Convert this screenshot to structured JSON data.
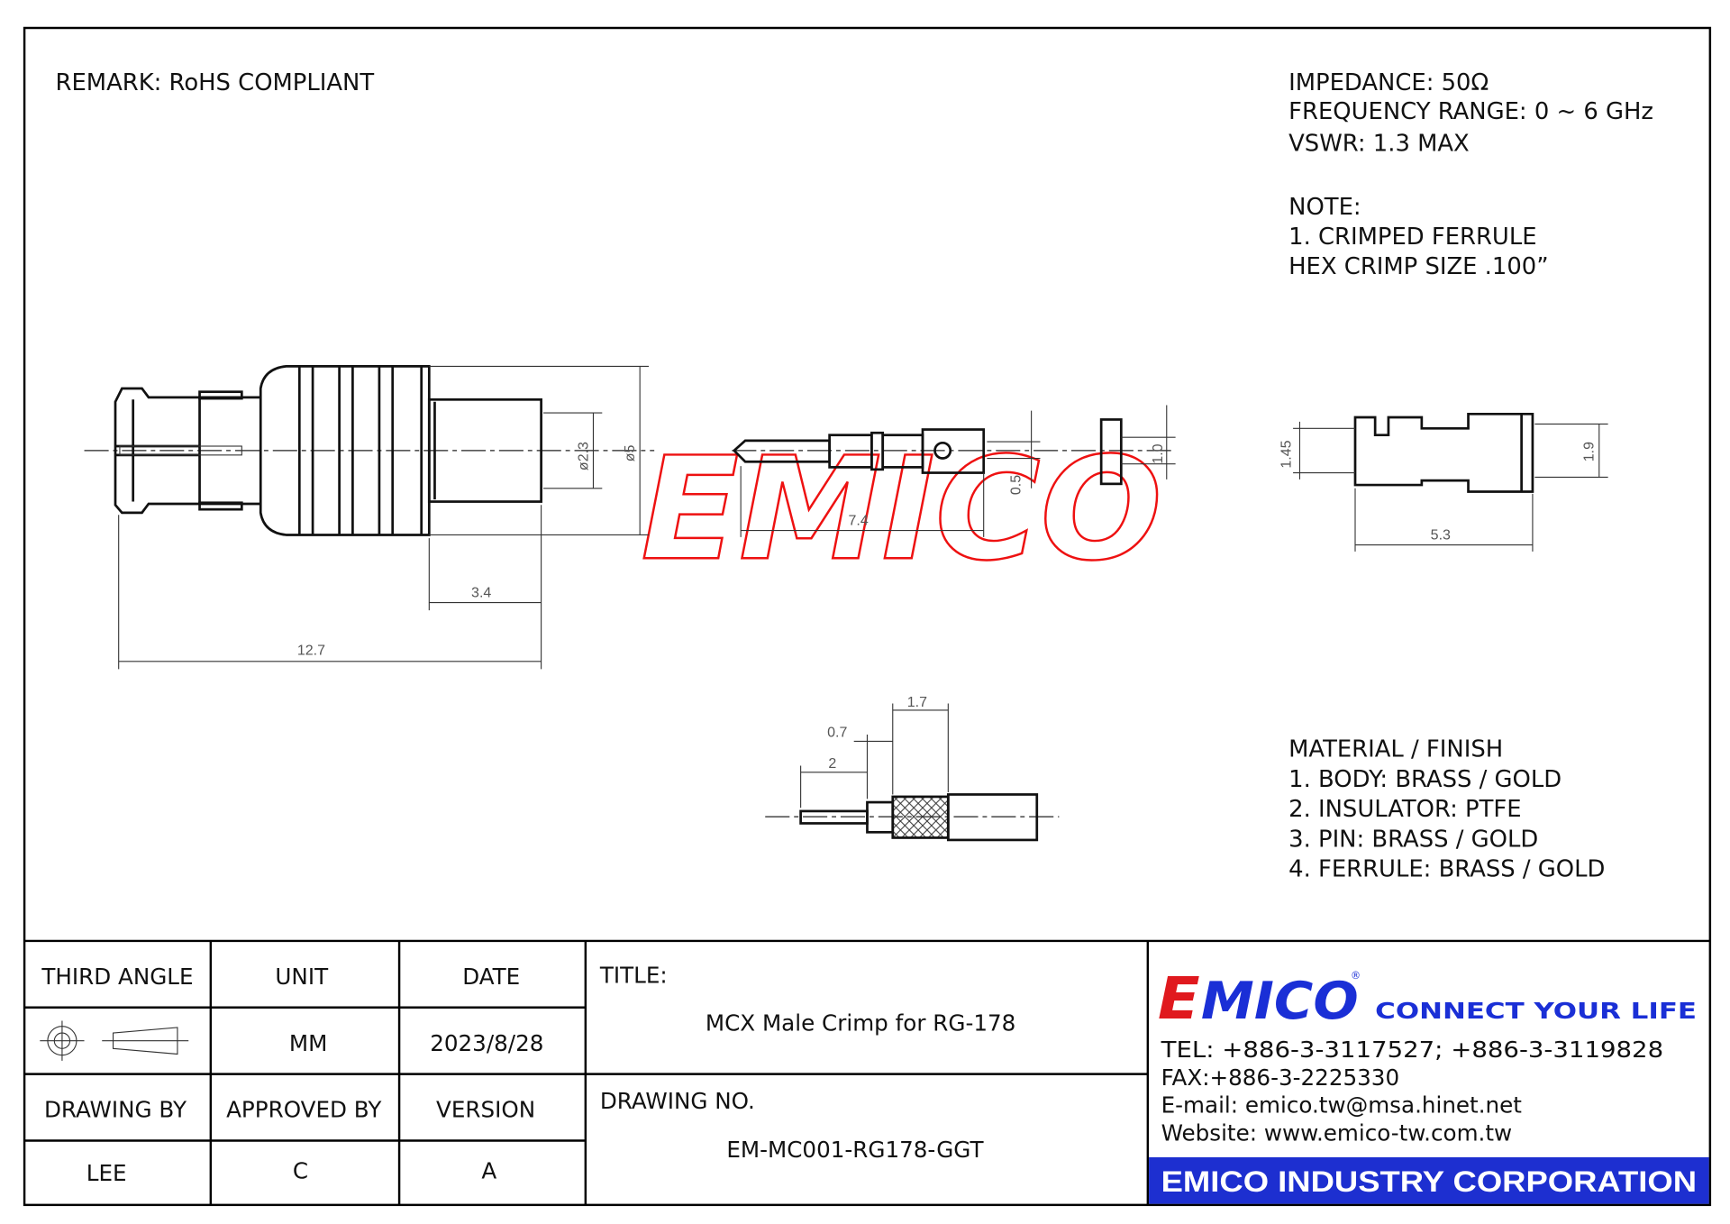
{
  "remark": "REMARK: RoHS COMPLIANT",
  "specs": [
    "IMPEDANCE: 50Ω",
    "FREQUENCY RANGE: 0 ~ 6 GHz",
    "VSWR: 1.3 MAX"
  ],
  "note": {
    "title": "NOTE:",
    "lines": [
      "1. CRIMPED FERRULE",
      "HEX CRIMP SIZE .100”"
    ]
  },
  "material": {
    "title": "MATERIAL / FINISH",
    "lines": [
      "1. BODY: BRASS / GOLD",
      "2. INSULATOR: PTFE",
      "3. PIN: BRASS / GOLD",
      "4. FERRULE: BRASS / GOLD"
    ]
  },
  "dimensions": {
    "d23": "ø2.3",
    "d5": "ø5",
    "l34": "3.4",
    "l127": "12.7",
    "l74": "7.4",
    "d05": "0.5",
    "d10": "1.0",
    "d145": "1.45",
    "d19": "1.9",
    "l53": "5.3",
    "c17": "1.7",
    "c07": "0.7",
    "c2": "2"
  },
  "watermark": "EMICO",
  "title_block": {
    "third_angle": "THIRD ANGLE",
    "unit_label": "UNIT",
    "unit_value": "MM",
    "date_label": "DATE",
    "date_value": "2023/8/28",
    "drawing_by_label": "DRAWING BY",
    "drawing_by_value": "LEE",
    "approved_by_label": "APPROVED BY",
    "approved_by_value": "C",
    "version_label": "VERSION",
    "version_value": "A",
    "title_label": "TITLE:",
    "title_value": "MCX Male Crimp for RG-178",
    "drawing_no_label": "DRAWING NO.",
    "drawing_no_value": "EM-MC001-RG178-GGT"
  },
  "company": {
    "logo": "EMICO",
    "slogan": "CONNECT YOUR LIFE",
    "tel": "TEL: +886-3-3117527; +886-3-3119828",
    "fax": "FAX:+886-3-2225330",
    "email": "E-mail: emico.tw@msa.hinet.net",
    "website": "Website: www.emico-tw.com.tw",
    "name": "EMICO INDUSTRY CORPORATION"
  },
  "colors": {
    "logo_red": "#e0191e",
    "logo_blue": "#1a2fd6",
    "banner_blue": "#1d2fd0",
    "watermark_red": "#ee1111"
  }
}
